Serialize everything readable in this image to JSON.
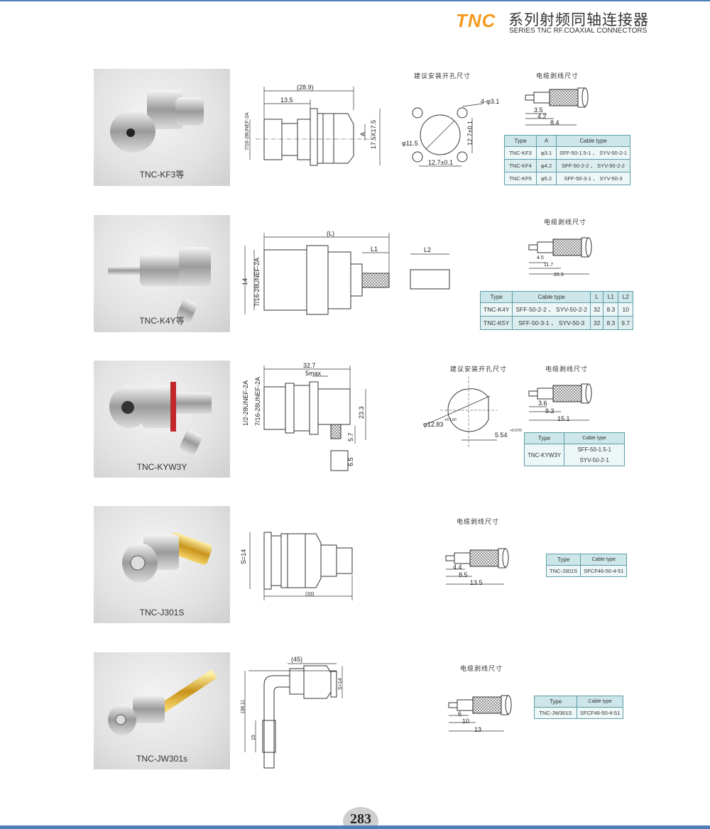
{
  "header": {
    "brand": "TNC",
    "title_cn": "系列射频同轴连接器",
    "title_en": "SERIES TNC RF.COAXIAL CONNECTORS"
  },
  "colors": {
    "brand": "#f29a1e",
    "rule": "#4f7fb8",
    "table_header": "#cde6e9",
    "table_border": "#5c9ea5"
  },
  "rows": [
    {
      "caption": "TNC-KF3等",
      "dims": {
        "overall": "(28.9)",
        "front": "13.5",
        "thread": "7/16-28UNEF-2A",
        "a": "A",
        "flange": "17.5X17.5"
      },
      "mount": {
        "title": "建议安装开孔尺寸",
        "holes": "4-φ3.1",
        "dia": "φ11.5",
        "pitch_v": "12.7±0.1",
        "pitch_h": "12.7±0.1"
      },
      "strip": {
        "title": "电缆剥线尺寸",
        "d1": "3.5",
        "d2": "4.2",
        "d3": "8.4"
      },
      "table": {
        "headers": [
          "Type",
          "A",
          "Cable type"
        ],
        "rows": [
          [
            "TNC-KF3",
            "φ3.1",
            "SFF-50-1.5-1 、 SYV-50-2-1"
          ],
          [
            "TNC-KF4",
            "φ4.2",
            "SFF-50-2-2 、 SYV-50-2-2"
          ],
          [
            "TNC-KF5",
            "φ5.2",
            "SFF-50-3-1 、 SYV-50-3"
          ]
        ]
      }
    },
    {
      "caption": "TNC-K4Y等",
      "dims": {
        "overall": "(L)",
        "l1": "L1",
        "l2": "L2",
        "height": "14",
        "thread": "7/16-28UNEF-2A"
      },
      "strip": {
        "title": "电缆剥线尺寸",
        "d1": "4.5",
        "d2": "11.7",
        "d3": "20.3"
      },
      "table": {
        "headers": [
          "Type",
          "Cable type",
          "L",
          "L1",
          "L2"
        ],
        "rows": [
          [
            "TNC-K4Y",
            "SFF-50-2-2 、 SYV-50-2-2",
            "32",
            "8.3",
            "10"
          ],
          [
            "TNC-K5Y",
            "SFF-50-3-1 、 SYV-50-3",
            "32",
            "8.3",
            "9.7"
          ]
        ]
      }
    },
    {
      "caption": "TNC-KYW3Y",
      "dims": {
        "overall": "32.7",
        "panel": "5max",
        "thread1": "1/2-28UNEF-2A",
        "thread2": "7/16-28UNEF-2A",
        "height": "23.3",
        "pin": "5.7",
        "ferrule": "6.5"
      },
      "mount": {
        "title": "建议安装开孔尺寸",
        "dia": "φ12.83",
        "dia_tol": "+0.12/0",
        "flat": "5.54",
        "flat_tol": "+0.07/0"
      },
      "strip": {
        "title": "电缆剥线尺寸",
        "d1": "3.6",
        "d2": "9.3",
        "d3": "15.1"
      },
      "table": {
        "headers": [
          "Type",
          "Cable type"
        ],
        "rows": [
          [
            "TNC-KYW3Y",
            "SFF-50-1.5-1",
            "SYV-50-2-1"
          ]
        ]
      }
    },
    {
      "caption": "TNC-J301S",
      "dims": {
        "hex": "S=14",
        "overall": "(33)"
      },
      "strip": {
        "title": "电缆剥线尺寸",
        "d1": "4.4",
        "d2": "8.5",
        "d3": "13.5"
      },
      "table": {
        "headers": [
          "Type",
          "Cable type"
        ],
        "rows": [
          [
            "TNC-J301S",
            "SFCF46-50-4-51"
          ]
        ]
      }
    },
    {
      "caption": "TNC-JW301s",
      "dims": {
        "overall": "(45)",
        "hex": "S=14",
        "height": "(38.1)",
        "tail": "15"
      },
      "strip": {
        "title": "电缆剥线尺寸",
        "d1": "6",
        "d2": "10",
        "d3": "13"
      },
      "table": {
        "headers": [
          "Type",
          "Cable type"
        ],
        "rows": [
          [
            "TNC-JW301S",
            "SFCF46-50-4-51"
          ]
        ]
      }
    }
  ],
  "page_number": "283"
}
